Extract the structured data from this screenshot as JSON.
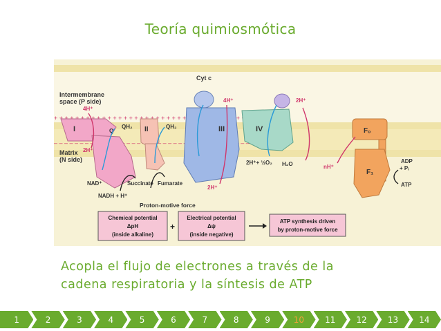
{
  "title": "Teoría quimiosmótica",
  "figure": {
    "intermembrane_label_1": "Intermembrane",
    "intermembrane_label_2": "space (P side)",
    "matrix_label_1": "Matrix",
    "matrix_label_2": "(N side)",
    "complex_I": "I",
    "complex_II": "II",
    "complex_III": "III",
    "complex_IV": "IV",
    "cyt_c": "Cyt c",
    "q": "Q",
    "qh2_left": "QH₂",
    "qh2_right": "QH₂",
    "h_4_left": "4H⁺",
    "h_4_mid": "4H⁺",
    "h_2_top": "2H⁺",
    "h_2_left": "2H⁺",
    "h_2_bottom": "2H⁺",
    "o2_reaction": "2H⁺+ ½O₂",
    "h2o": "H₂O",
    "nh": "nH⁺",
    "fo": "Fₒ",
    "f1": "F₁",
    "adp": "ADP",
    "pi": "+ Pᵢ",
    "atp": "ATP",
    "nad": "NAD⁺",
    "nadh": "NADH + H⁺",
    "succinate": "Succinate",
    "fumarate": "Fumarate",
    "pmf_title": "Proton-motive force",
    "chem_1": "Chemical potential",
    "chem_2": "ΔpH",
    "chem_3": "(inside alkaline)",
    "plus": "+",
    "elec_1": "Electrical potential",
    "elec_2": "Δψ",
    "elec_3": "(inside negative)",
    "atp_box_1": "ATP synthesis driven",
    "atp_box_2": "by proton-motive force",
    "membrane_plus": "+ + + + + + + + + + + + + + + + + + + + + + + + + + + + + + + + + + + + + +",
    "membrane_minus": "– – – – – – – – – – – – – – – – – – – – – – – – – – – – – – – – – – – – – –"
  },
  "caption": {
    "line1": "Acopla el flujo de electrones a través de la",
    "line2": "cadena respiratoria y la síntesis de ATP"
  },
  "pager": {
    "pages": [
      "1",
      "2",
      "3",
      "4",
      "5",
      "6",
      "7",
      "8",
      "9",
      "10",
      "11",
      "12",
      "13",
      "14"
    ],
    "active": "10",
    "color": "#6aab2e",
    "active_color": "#f0a23a"
  },
  "colors": {
    "title": "#6aab2e",
    "complex_I": "#f2a7c8",
    "complex_III": "#9fb8e6",
    "complex_IV": "#a8d9c8",
    "atp_synthase": "#f2a45e",
    "membrane_bg": "#f6f0c8",
    "box_fill": "#f6c6d6"
  }
}
